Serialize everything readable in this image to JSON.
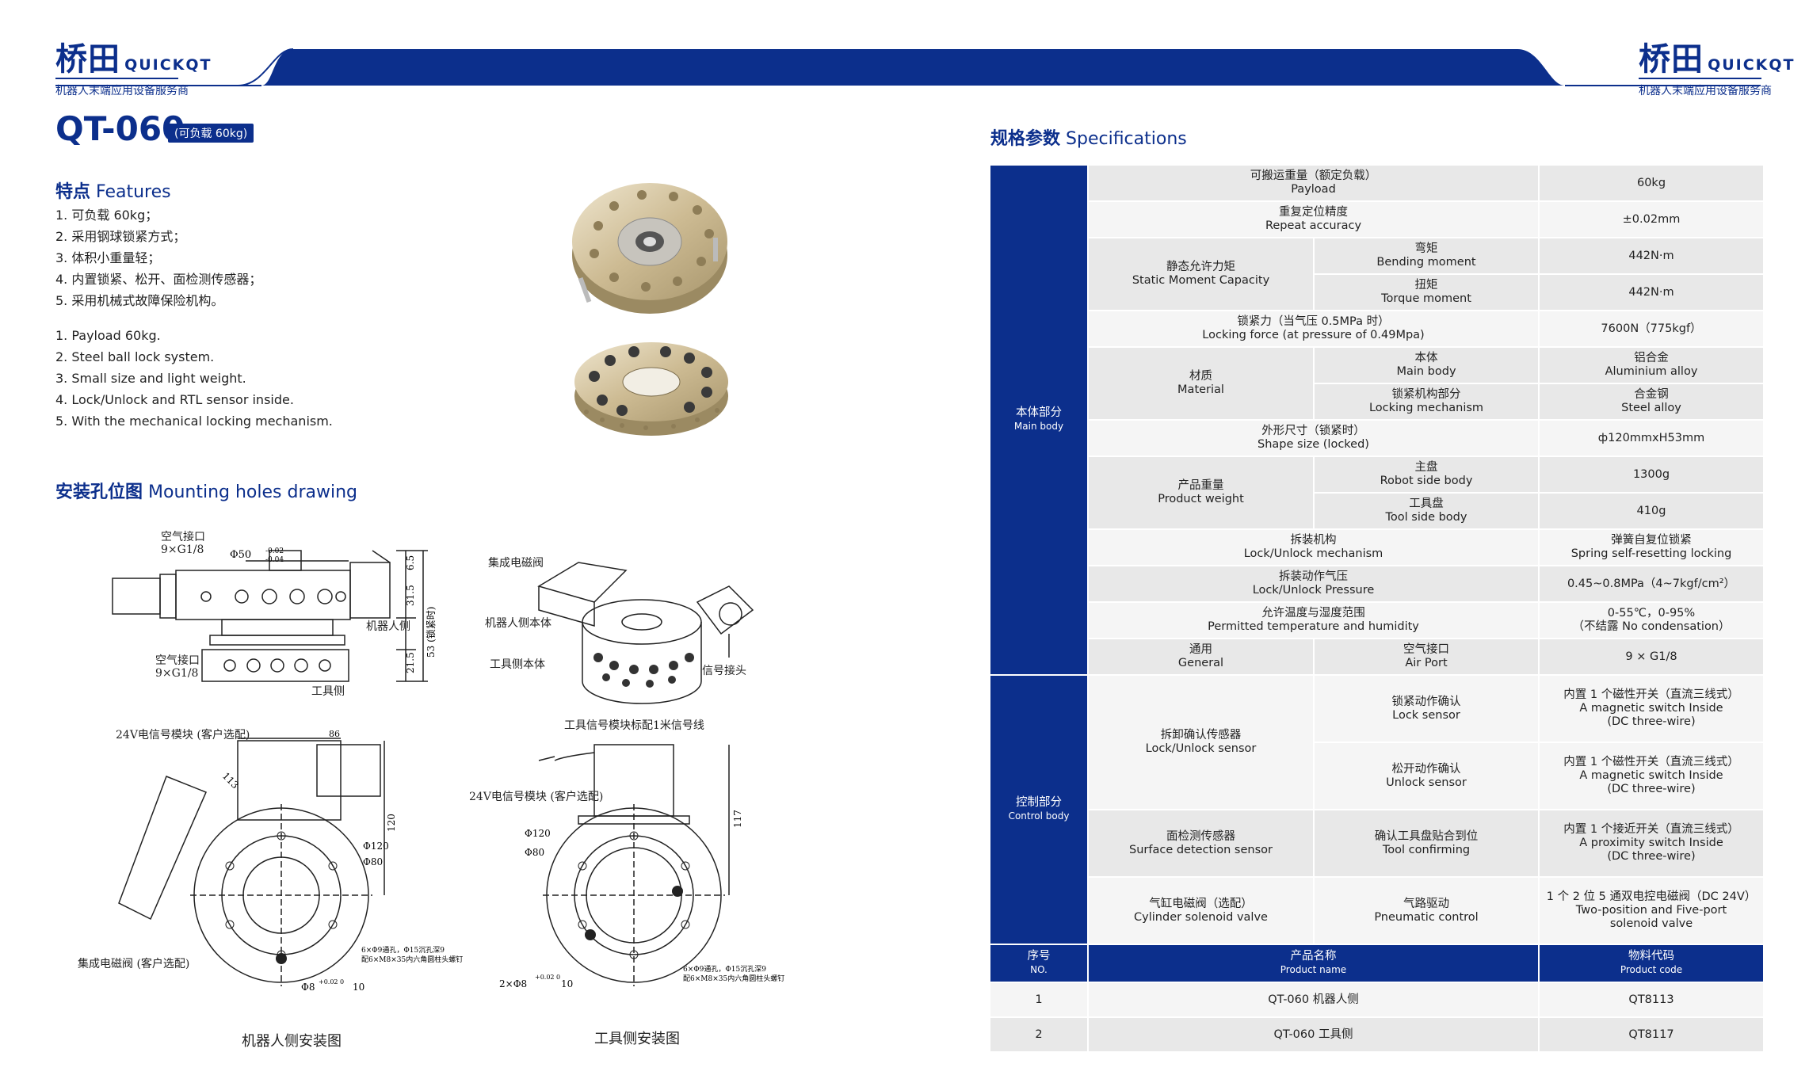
{
  "header": {
    "logo_cn": "桥田",
    "logo_en": "QUICKQT",
    "logo_sub": "机器人末端应用设备服务商",
    "accent": "#0c2f8c"
  },
  "product": {
    "model": "QT-060",
    "load_badge": "(可负载 60kg)"
  },
  "features": {
    "title_cn": "特点",
    "title_en": "Features",
    "cn": [
      "1. 可负载 60kg；",
      "2. 采用钢球锁紧方式；",
      "3. 体积小重量轻；",
      "4. 内置锁紧、松开、面检测传感器；",
      "5. 采用机械式故障保险机构。"
    ],
    "en": [
      "1.  Payload 60kg.",
      "2. Steel ball lock system.",
      "3. Small size and  light weight.",
      "4. Lock/Unlock and RTL sensor inside.",
      "5. With the mechanical locking mechanism."
    ]
  },
  "mounting": {
    "title_cn": "安装孔位图",
    "title_en": "Mounting holes drawing",
    "caption_robot": "机器人侧安装图",
    "caption_tool": "工具侧安装图",
    "labels": {
      "air_port_top": "空气接口",
      "air_spec_top": "9×G1/8",
      "air_port_bottom": "空气接口",
      "air_spec_bottom": "9×G1/8",
      "robot_side": "机器人侧",
      "tool_side": "工具侧",
      "dim_50": "Φ50",
      "tol_50_up": "-0.02",
      "tol_50_low": "-0.04",
      "dim_65": "6.5",
      "dim_315": "31.5",
      "dim_215": "21.5",
      "dim_53": "53 (锁紧时)",
      "iso_solenoid": "集成电磁阀",
      "iso_robot_body": "机器人侧本体",
      "iso_tool_body": "工具侧本体",
      "iso_signal": "信号接头",
      "sig24_robot": "24V电信号模块 (客户选配)",
      "dim_86": "86",
      "dim_113": "113",
      "dim_120_r": "120",
      "dim_phi120_r": "Φ120",
      "dim_phi80_r": "Φ80",
      "hole_note_r1": "6×Φ9通孔，Φ15沉孔深9",
      "hole_note_r2": "配6×M8×35内六角圆柱头螺钉",
      "dim_phi8_r": "Φ8",
      "tol_8_r": "+0.02 0",
      "dim_10_r": "10",
      "solenoid_opt": "集成电磁阀 (客户选配)",
      "tool_signal_cable": "工具信号模块标配1米信号线",
      "sig24_tool": "24V电信号模块 (客户选配)",
      "dim_phi120_t": "Φ120",
      "dim_phi80_t": "Φ80",
      "dim_117": "117",
      "dim_2xphi8": "2×Φ8",
      "tol_8_t": "+0.02 0",
      "dim_10_t": "10",
      "hole_note_t1": "6×Φ9通孔，Φ15沉孔深9",
      "hole_note_t2": "配6×M8×35内六角圆柱头螺钉"
    }
  },
  "spec": {
    "title_cn": "规格参数",
    "title_en": "Specifications",
    "groups": {
      "main_cn": "本体部分",
      "main_en": "Main body",
      "control_cn": "控制部分",
      "control_en": "Control body"
    },
    "rows": {
      "payload_cn": "可搬运重量（额定负载）",
      "payload_en": "Payload",
      "payload_val": "60kg",
      "repeat_cn": "重复定位精度",
      "repeat_en": "Repeat accuracy",
      "repeat_val": "±0.02mm",
      "static_cn": "静态允许力矩",
      "static_en": "Static Moment Capacity",
      "bending_cn": "弯矩",
      "bending_en": "Bending moment",
      "bending_val": "442N·m",
      "torque_cn": "扭矩",
      "torque_en": "Torque moment",
      "torque_val": "442N·m",
      "lockforce_cn": "锁紧力（当气压 0.5MPa 时）",
      "lockforce_en": "Locking force (at pressure of 0.49Mpa)",
      "lockforce_val": "7600N（775kgf）",
      "material_cn": "材质",
      "material_en": "Material",
      "mainbody_cn": "本体",
      "mainbody_en": "Main body",
      "mainbody_val_cn": "铝合金",
      "mainbody_val_en": "Aluminium alloy",
      "lockmech_cn": "锁紧机构部分",
      "lockmech_en": "Locking mechanism",
      "lockmech_val_cn": "合金钢",
      "lockmech_val_en": "Steel alloy",
      "shape_cn": "外形尺寸（锁紧时）",
      "shape_en": "Shape size (locked)",
      "shape_val": "ф120mmxH53mm",
      "weight_cn": "产品重量",
      "weight_en": "Product weight",
      "robotside_cn": "主盘",
      "robotside_en": "Robot side body",
      "robotside_val": "1300g",
      "toolside_cn": "工具盘",
      "toolside_en": "Tool side body",
      "toolside_val": "410g",
      "unlockmech_cn": "拆装机构",
      "unlockmech_en": "Lock/Unlock mechanism",
      "unlockmech_val_cn": "弹簧自复位锁紧",
      "unlockmech_val_en": "Spring self-resetting locking",
      "pressure_cn": "拆装动作气压",
      "pressure_en": "Lock/Unlock Pressure",
      "pressure_val": "0.45~0.8MPa（4~7kgf/cm²）",
      "temp_cn": "允许温度与湿度范围",
      "temp_en": "Permitted temperature and humidity",
      "temp_val_1": "0-55℃，0-95%",
      "temp_val_2": "（不结露 No condensation）",
      "general_cn": "通用",
      "general_en": "General",
      "airport_cn": "空气接口",
      "airport_en": "Air Port",
      "airport_val": "9 × G1/8",
      "sensor_cn": "拆卸确认传感器",
      "sensor_en": "Lock/Unlock sensor",
      "locksensor_cn": "锁紧动作确认",
      "locksensor_en": "Lock sensor",
      "lock_val_1": "内置 1 个磁性开关（直流三线式）",
      "lock_val_2": "A magnetic switch Inside",
      "lock_val_3": "(DC three-wire)",
      "unlocksensor_cn": "松开动作确认",
      "unlocksensor_en": "Unlock sensor",
      "unlock_val_1": "内置 1 个磁性开关（直流三线式）",
      "unlock_val_2": "A magnetic switch Inside",
      "unlock_val_3": "(DC three-wire)",
      "surface_cn": "面检测传感器",
      "surface_en": "Surface detection sensor",
      "toolconf_cn": "确认工具盘贴合到位",
      "toolconf_en": "Tool confirming",
      "surface_val_1": "内置 1 个接近开关（直流三线式）",
      "surface_val_2": "A proximity switch Inside",
      "surface_val_3": "(DC three-wire)",
      "cyl_cn": "气缸电磁阀（选配）",
      "cyl_en": "Cylinder solenoid valve",
      "pneu_cn": "气路驱动",
      "pneu_en": "Pneumatic control",
      "cyl_val_1": "1 个 2 位 5 通双电控电磁阀（DC 24V）",
      "cyl_val_2": "Two-position and Five-port",
      "cyl_val_3": "solenoid valve"
    },
    "order": {
      "no_cn": "序号",
      "no_en": "NO.",
      "name_cn": "产品名称",
      "name_en": "Product name",
      "code_cn": "物料代码",
      "code_en": "Product code",
      "items": [
        {
          "no": "1",
          "name": "QT-060 机器人侧",
          "code": "QT8113"
        },
        {
          "no": "2",
          "name": "QT-060 工具侧",
          "code": "QT8117"
        }
      ]
    }
  }
}
